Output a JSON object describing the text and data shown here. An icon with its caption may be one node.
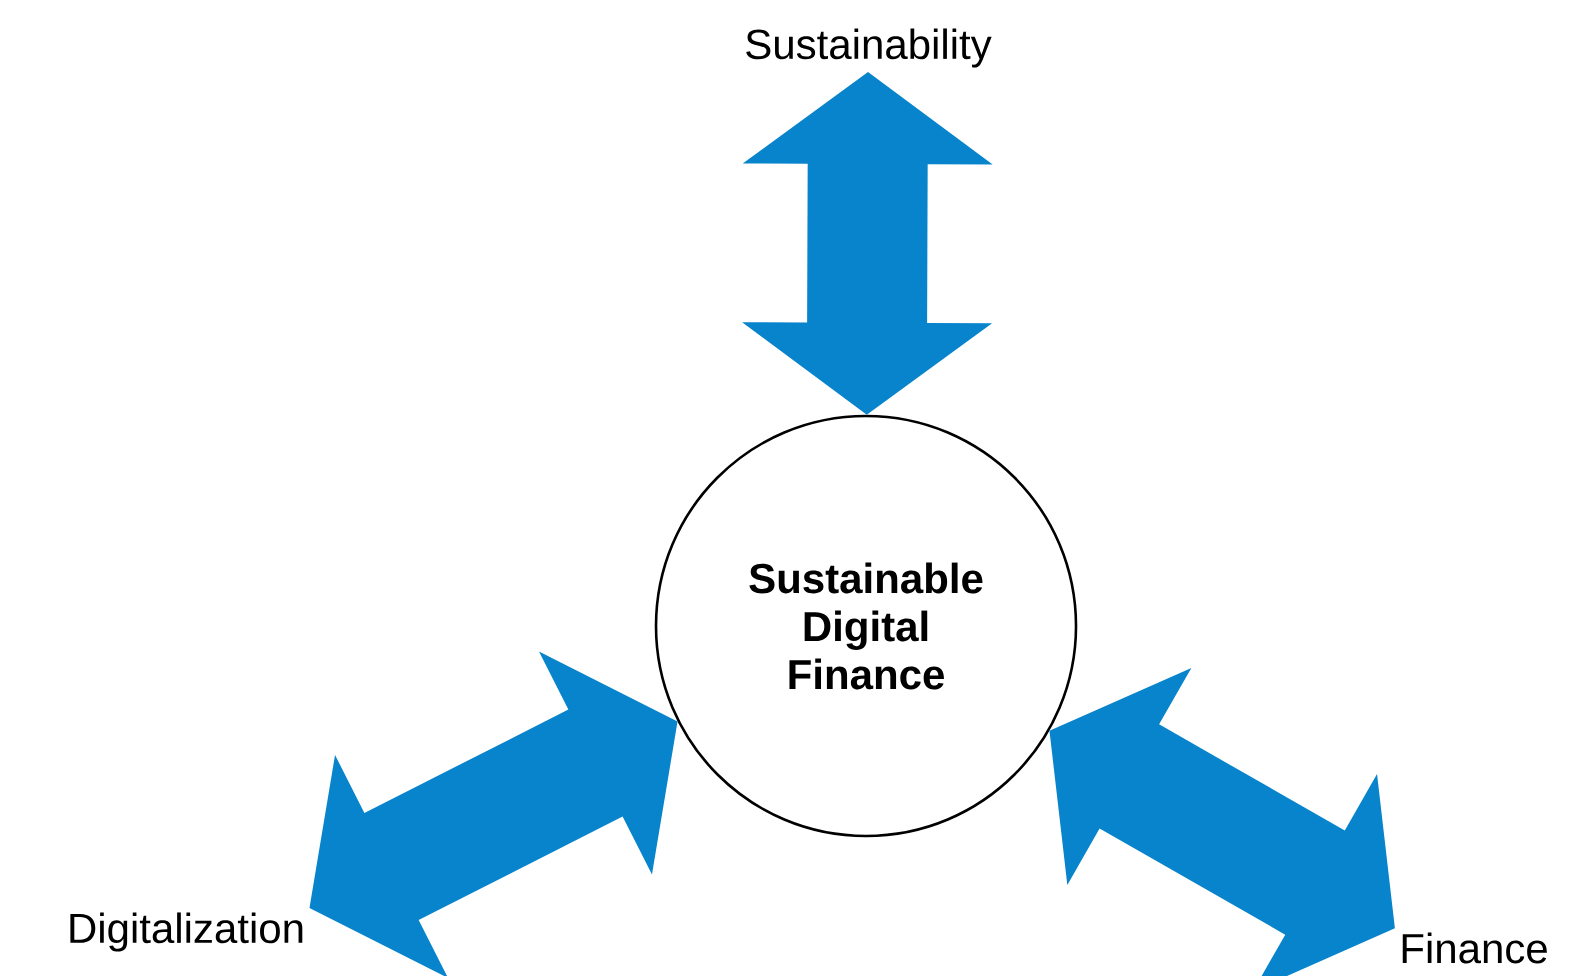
{
  "diagram": {
    "nodes": [
      {
        "text": [
          "Sustainability"
        ]
      },
      {
        "text": [
          "Sustainable Digital Finance"
        ]
      },
      {
        "text": [
          "Digitalization"
        ]
      },
      {
        "text": [
          "Finance"
        ]
      }
    ],
    "edges": [
      {
        "from": 0,
        "to": 1,
        "arrow": "both"
      },
      {
        "from": 2,
        "to": 1,
        "arrow": "both"
      },
      {
        "from": 3,
        "to": 1,
        "arrow": "both"
      }
    ]
  }
}
